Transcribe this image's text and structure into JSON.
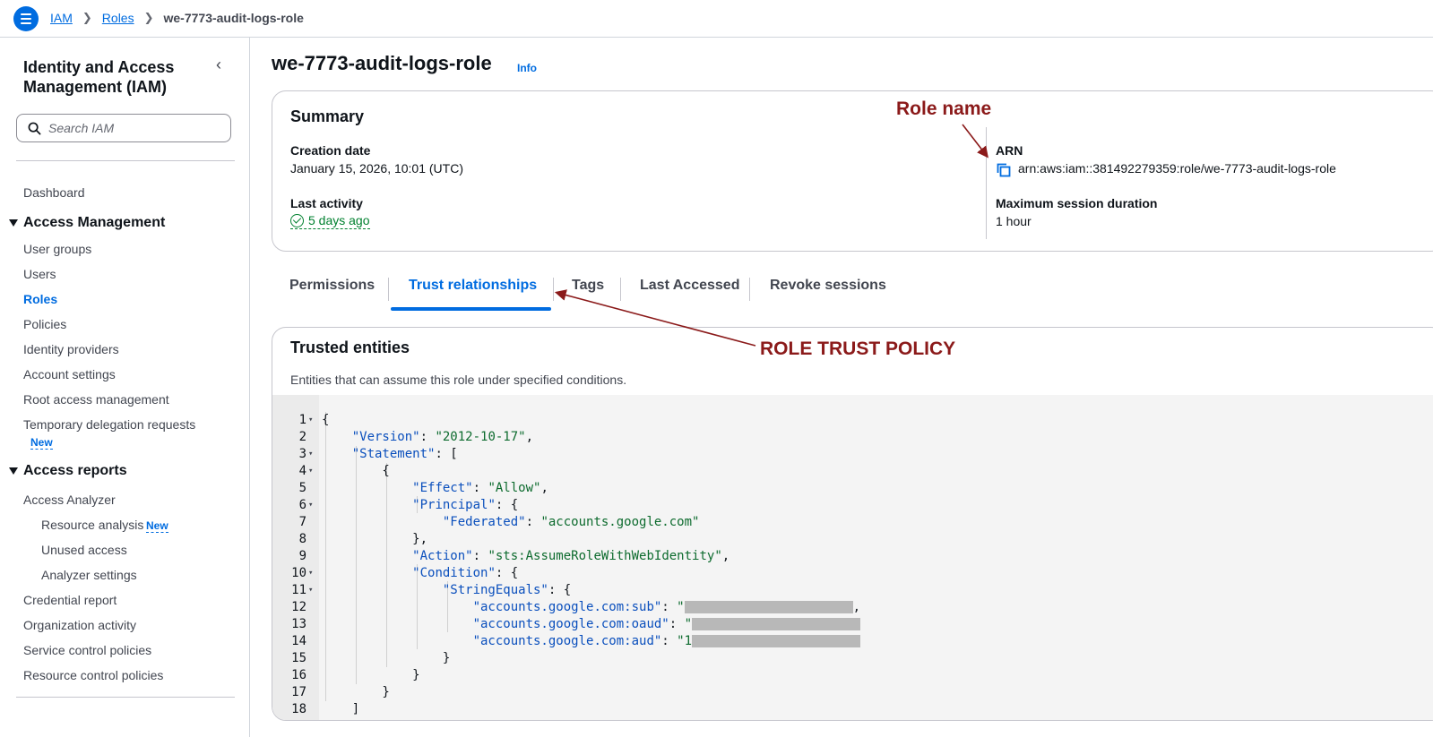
{
  "breadcrumb": {
    "items": [
      "IAM",
      "Roles"
    ],
    "current": "we-7773-audit-logs-role"
  },
  "sidebar": {
    "title": "Identity and Access Management (IAM)",
    "search_placeholder": "Search IAM",
    "dashboard": "Dashboard",
    "access_management": {
      "label": "Access Management",
      "items": [
        "User groups",
        "Users",
        "Roles",
        "Policies",
        "Identity providers",
        "Account settings",
        "Root access management",
        "Temporary delegation requests"
      ],
      "active": "Roles",
      "new_badge": "New"
    },
    "access_reports": {
      "label": "Access reports",
      "analyzer": "Access Analyzer",
      "analyzer_items": [
        "Resource analysis",
        "Unused access",
        "Analyzer settings"
      ],
      "new_badge": "New",
      "items": [
        "Credential report",
        "Organization activity",
        "Service control policies",
        "Resource control policies"
      ]
    }
  },
  "page": {
    "title": "we-7773-audit-logs-role",
    "info": "Info"
  },
  "summary": {
    "heading": "Summary",
    "creation_label": "Creation date",
    "creation_value": "January 15, 2026, 10:01 (UTC)",
    "activity_label": "Last activity",
    "activity_value": "5 days ago",
    "arn_label": "ARN",
    "arn_value": "arn:aws:iam::381492279359:role/we-7773-audit-logs-role",
    "session_label": "Maximum session duration",
    "session_value": "1 hour"
  },
  "tabs": [
    "Permissions",
    "Trust relationships",
    "Tags",
    "Last Accessed",
    "Revoke sessions"
  ],
  "active_tab": "Trust relationships",
  "trusted": {
    "heading": "Trusted entities",
    "description": "Entities that can assume this role under specified conditions."
  },
  "policy": {
    "version_key": "\"Version\"",
    "version_val": "\"2012-10-17\"",
    "statement_key": "\"Statement\"",
    "effect_key": "\"Effect\"",
    "effect_val": "\"Allow\"",
    "principal_key": "\"Principal\"",
    "federated_key": "\"Federated\"",
    "federated_val": "\"accounts.google.com\"",
    "action_key": "\"Action\"",
    "action_val": "\"sts:AssumeRoleWithWebIdentity\"",
    "condition_key": "\"Condition\"",
    "stringequals_key": "\"StringEquals\"",
    "sub_key": "\"accounts.google.com:sub\"",
    "oaud_key": "\"accounts.google.com:oaud\"",
    "aud_key": "\"accounts.google.com:aud\"",
    "aud_prefix": "\"1"
  },
  "annotations": {
    "role_name": "Role name",
    "trust_policy": "ROLE TRUST POLICY",
    "color": "#8b1a1a"
  },
  "colors": {
    "accent": "#006ce0",
    "success": "#00802f"
  }
}
